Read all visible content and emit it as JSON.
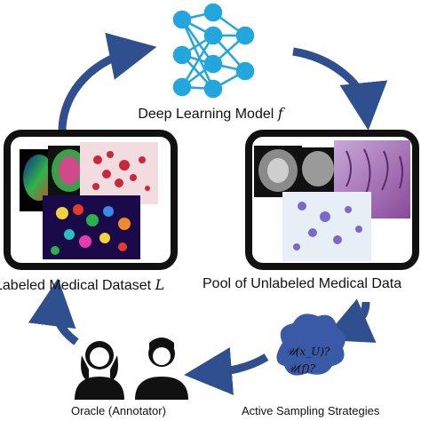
{
  "model": {
    "label": "Deep Learning Model",
    "symbol": "f"
  },
  "labeled_dataset": {
    "label": "Labeled Medical Dataset",
    "symbol": "L"
  },
  "unlabeled_pool": {
    "label": "Pool of Unlabeled Medical Data"
  },
  "oracle": {
    "label": "Oracle (Annotator)"
  },
  "strategies": {
    "label": "Active Sampling Strategies",
    "query_1": "𝒰(x_U)?",
    "query_2": "𝒰(f)?"
  },
  "colors": {
    "arrow": "#2f4f8f",
    "network": "#23a6de",
    "cloud": "#3a5aa8"
  }
}
